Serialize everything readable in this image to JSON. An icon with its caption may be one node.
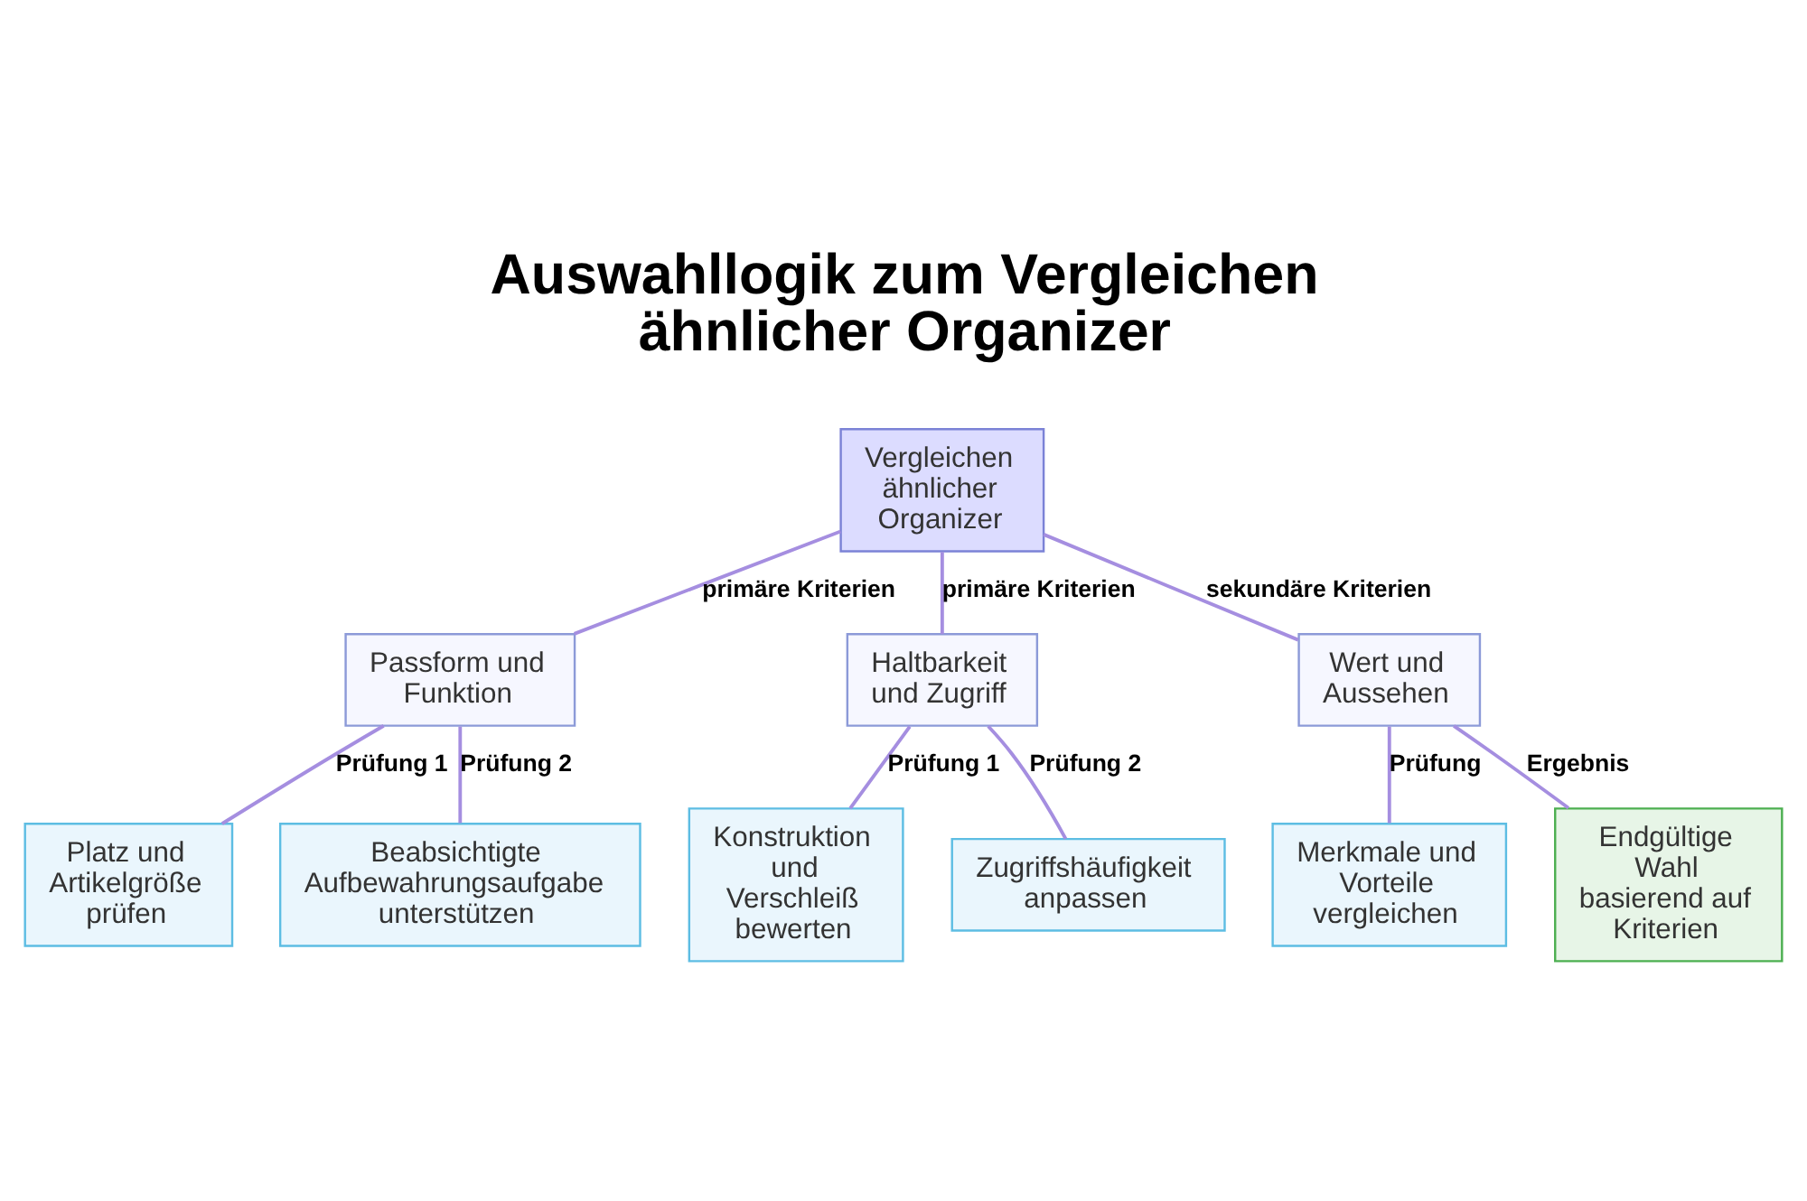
{
  "diagram": {
    "title": "Auswahllogik zum Vergleichen ähnlicher Organizer",
    "nodes": [
      {
        "text": [
          "Vergleichen ähnlicher Organizer"
        ]
      },
      {
        "text": [
          "Passform und Funktion"
        ]
      },
      {
        "text": [
          "Haltbarkeit und Zugriff"
        ]
      },
      {
        "text": [
          "Wert und Aussehen"
        ]
      },
      {
        "text": [
          "Platz und Artikelgröße prüfen"
        ]
      },
      {
        "text": [
          "Beabsichtigte Aufbewahrungsaufgabe unterstützen"
        ]
      },
      {
        "text": [
          "Konstruktion und Verschleiß bewerten"
        ]
      },
      {
        "text": [
          "Zugriffshäufigkeit anpassen"
        ]
      },
      {
        "text": [
          "Merkmale und Vorteile vergleichen"
        ]
      },
      {
        "text": [
          "Endgültige Wahl basierend auf Kriterien"
        ]
      }
    ],
    "edges": [
      {
        "from": 0,
        "to": 1,
        "arrow": "none",
        "label": "primäre Kriterien"
      },
      {
        "from": 0,
        "to": 2,
        "arrow": "none",
        "label": "primäre Kriterien"
      },
      {
        "from": 0,
        "to": 3,
        "arrow": "none",
        "label": "sekundäre Kriterien"
      },
      {
        "from": 1,
        "to": 4,
        "arrow": "none",
        "label": "Prüfung 1"
      },
      {
        "from": 1,
        "to": 5,
        "arrow": "none",
        "label": "Prüfung 2"
      },
      {
        "from": 2,
        "to": 6,
        "arrow": "none",
        "label": "Prüfung 1"
      },
      {
        "from": 2,
        "to": 7,
        "arrow": "none",
        "label": "Prüfung 2"
      },
      {
        "from": 3,
        "to": 8,
        "arrow": "none",
        "label": "Prüfung"
      },
      {
        "from": 3,
        "to": 9,
        "arrow": "none",
        "label": "Ergebnis"
      }
    ]
  }
}
